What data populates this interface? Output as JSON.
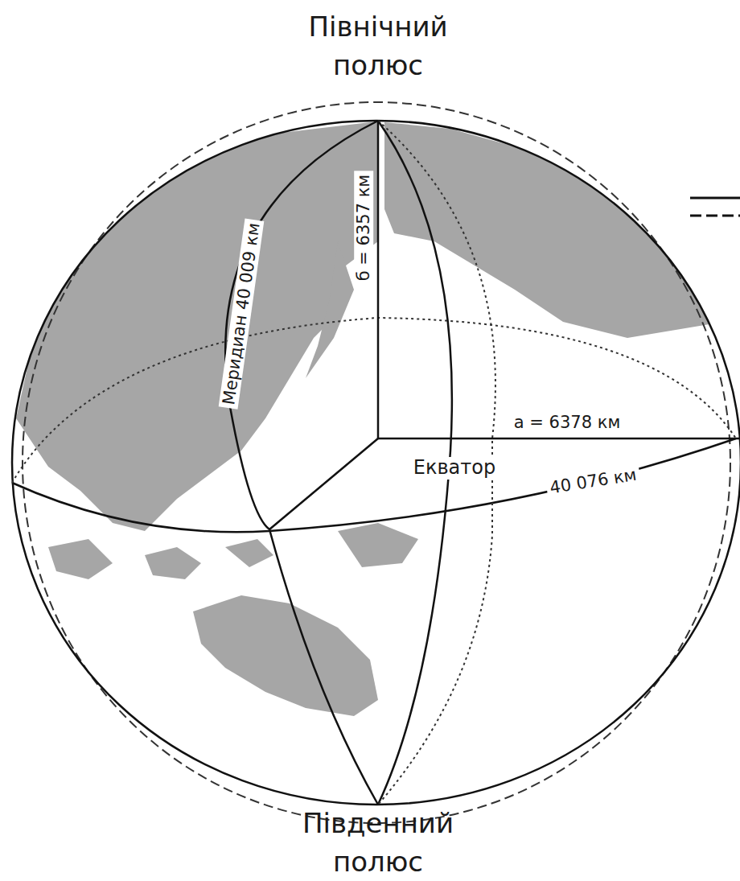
{
  "diagram": {
    "labels": [
      "Північний полюс",
      "Меридиан 40 009 км",
      "б = 6357 км",
      "a = 6378 км",
      "Екватор",
      "40 076 км",
      "Південний полюс"
    ]
  }
}
